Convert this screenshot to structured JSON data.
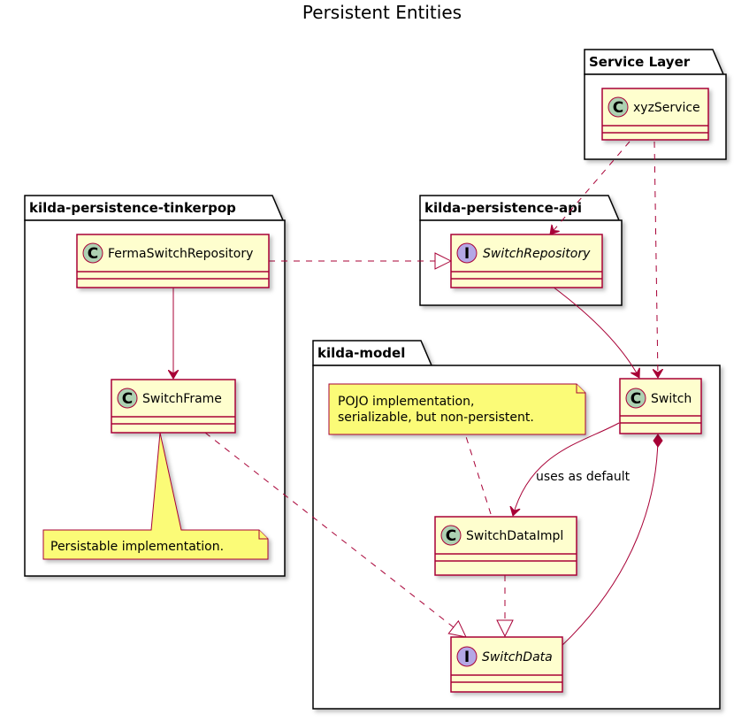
{
  "title": "Persistent Entities",
  "packages": {
    "service_layer": "Service Layer",
    "tinkerpop": "kilda-persistence-tinkerpop",
    "api": "kilda-persistence-api",
    "model": "kilda-model"
  },
  "classes": {
    "xyz_service": {
      "name": "xyzService",
      "kind": "C"
    },
    "ferma_switch_repository": {
      "name": "FermaSwitchRepository",
      "kind": "C"
    },
    "switch_repository": {
      "name": "SwitchRepository",
      "kind": "I"
    },
    "switch_frame": {
      "name": "SwitchFrame",
      "kind": "C"
    },
    "switch": {
      "name": "Switch",
      "kind": "C"
    },
    "switch_data_impl": {
      "name": "SwitchDataImpl",
      "kind": "C"
    },
    "switch_data": {
      "name": "SwitchData",
      "kind": "I"
    }
  },
  "notes": {
    "pojo_line1": "POJO implementation,",
    "pojo_line2": "serializable, but non-persistent.",
    "persistable": "Persistable implementation."
  },
  "edge_labels": {
    "uses_as_default": "uses as default"
  },
  "colors": {
    "class_fill": "#FEFECE",
    "border": "#A80036",
    "note_fill": "#FBFB77",
    "class_circle": "#ADD1B2",
    "interface_circle": "#B4A7E5"
  }
}
